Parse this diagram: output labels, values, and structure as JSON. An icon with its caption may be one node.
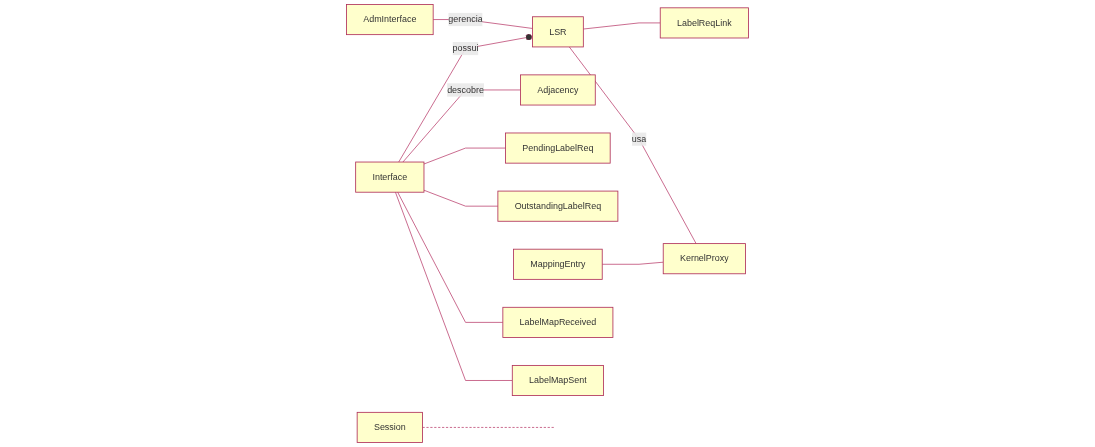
{
  "diagram": {
    "nodes": [
      {
        "text": [
          "LabelReqLink"
        ]
      },
      {
        "text": [
          "AdmInterface"
        ]
      },
      {
        "text": [
          "LSR"
        ]
      },
      {
        "text": [
          "Interface"
        ]
      },
      {
        "text": [
          "Adjacency"
        ]
      },
      {
        "text": [
          "Session"
        ]
      },
      {
        "text": [
          "PendingLabelReq"
        ]
      },
      {
        "text": [
          "OutstandingLabelReq"
        ]
      },
      {
        "text": [
          "MappingEntry"
        ]
      },
      {
        "text": [
          "KernelProxy"
        ]
      },
      {
        "text": [
          "LabelMapReceived"
        ]
      },
      {
        "text": [
          "LabelMapSent"
        ]
      }
    ],
    "edges": [
      {
        "from": 2,
        "to": 0,
        "arrow": "none"
      },
      {
        "from": 1,
        "to": 2,
        "label": "gerencia",
        "arrow": "none"
      },
      {
        "from": 2,
        "to": 3,
        "label": "possui",
        "arrow": "other"
      },
      {
        "from": 2,
        "to": 9,
        "label": "usa",
        "arrow": "none"
      },
      {
        "from": 3,
        "to": 4,
        "label": "descobre",
        "arrow": "none"
      },
      {
        "from": 5,
        "to": null,
        "arrow": "none",
        "style": "dashed"
      },
      {
        "from": 3,
        "to": 6,
        "arrow": "none"
      },
      {
        "from": 3,
        "to": 7,
        "arrow": "none"
      },
      {
        "from": 8,
        "to": 9,
        "arrow": "none"
      },
      {
        "from": 3,
        "to": 10,
        "arrow": "none"
      },
      {
        "from": 3,
        "to": 11,
        "arrow": "none"
      }
    ]
  }
}
